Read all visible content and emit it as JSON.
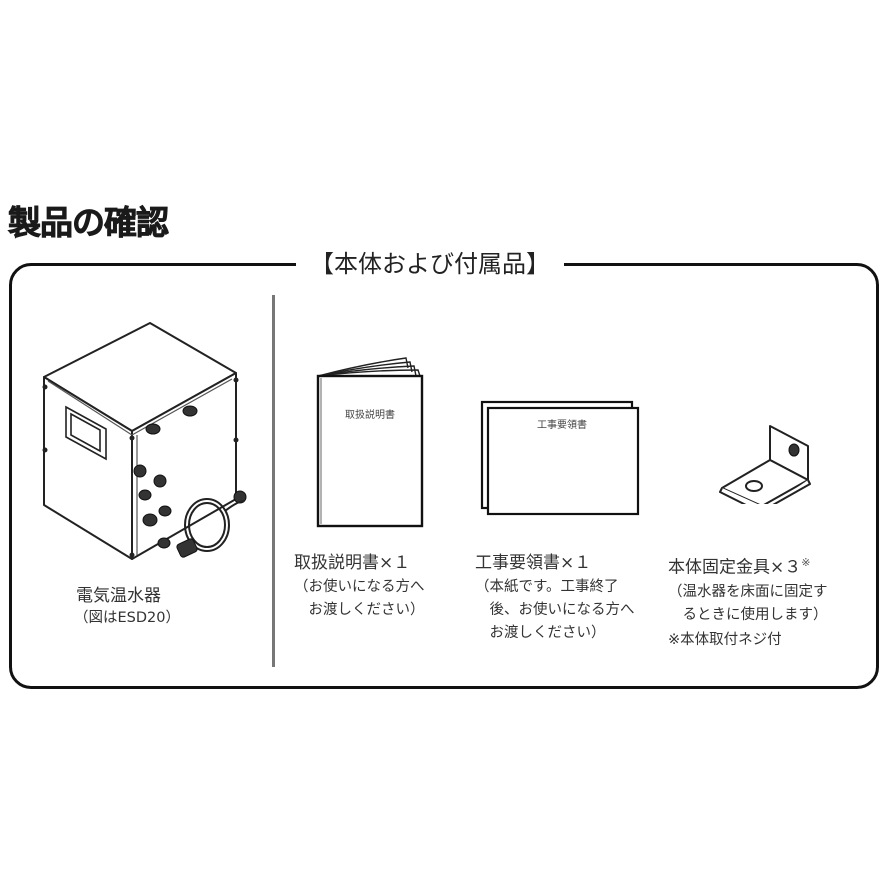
{
  "page": {
    "title": "製品の確認"
  },
  "section": {
    "legend": "【本体および付属品】"
  },
  "items": [
    {
      "id": "water-heater",
      "title": "電気温水器",
      "desc": "（図はESD20）",
      "icon": "water-heater-illustration"
    },
    {
      "id": "instruction-manual",
      "title": "取扱説明書×１",
      "desc": "（お使いになる方へ\n　お渡しください）",
      "cover_label": "取扱説明書",
      "icon": "booklet-illustration"
    },
    {
      "id": "installation-guide",
      "title": "工事要領書×１",
      "desc": "（本紙です。工事終了\n　後、お使いになる方へ\n　お渡しください）",
      "cover_label": "工事要領書",
      "icon": "sheet-illustration"
    },
    {
      "id": "fixing-bracket",
      "title": "本体固定金具×３",
      "title_mark": "※",
      "desc": "（温水器を床面に固定す\n　るときに使用します）",
      "note": "※本体取付ネジ付",
      "icon": "l-bracket-illustration"
    }
  ]
}
